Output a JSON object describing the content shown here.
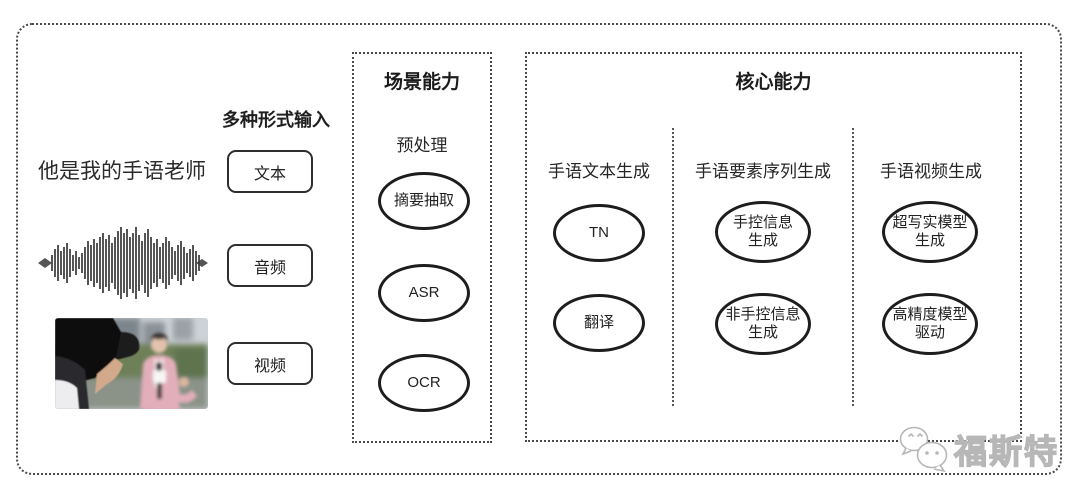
{
  "input_section": {
    "heading": "多种形式输入",
    "sample_text": "他是我的手语老师",
    "types": [
      {
        "label": "文本"
      },
      {
        "label": "音频"
      },
      {
        "label": "视频"
      }
    ],
    "media": {
      "waveform": "audio-waveform-graphic",
      "photo": "cameraman-filming-reporter-photo"
    }
  },
  "scene_box": {
    "title": "场景能力",
    "subtitle": "预处理",
    "nodes": [
      {
        "lines": [
          "摘要抽取"
        ]
      },
      {
        "lines": [
          "ASR"
        ]
      },
      {
        "lines": [
          "OCR"
        ]
      }
    ]
  },
  "core_box": {
    "title": "核心能力",
    "columns": [
      {
        "header": "手语文本生成",
        "nodes": [
          {
            "lines": [
              "TN"
            ]
          },
          {
            "lines": [
              "翻译"
            ]
          }
        ]
      },
      {
        "header": "手语要素序列生成",
        "nodes": [
          {
            "lines": [
              "手控信息",
              "生成"
            ]
          },
          {
            "lines": [
              "非手控信息",
              "生成"
            ]
          }
        ]
      },
      {
        "header": "手语视频生成",
        "nodes": [
          {
            "lines": [
              "超写实模型",
              "生成"
            ]
          },
          {
            "lines": [
              "高精度模型",
              "驱动"
            ]
          }
        ]
      }
    ]
  },
  "watermark": {
    "text": "福斯特",
    "icon": "wechat-icon"
  },
  "colors": {
    "background": "#ffffff",
    "stroke": "#1d1d1d",
    "dotted_border": "#4a4a4a",
    "watermark_gray": "#b7b7b7"
  }
}
